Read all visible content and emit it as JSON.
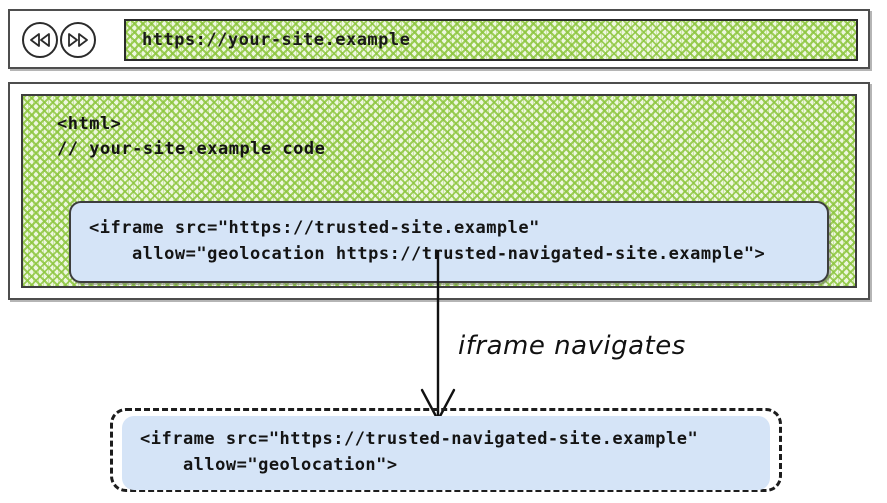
{
  "browser": {
    "back_button": "back",
    "forward_button": "forward",
    "url": "https://your-site.example"
  },
  "page": {
    "code_lines": [
      "<html>",
      "// your-site.example code"
    ],
    "embedded_iframe": {
      "line1": "<iframe src=\"https://trusted-site.example\"",
      "line2": "    allow=\"geolocation https://trusted-navigated-site.example\">"
    }
  },
  "annotation": {
    "label": "iframe navigates"
  },
  "result": {
    "iframe": {
      "line1": "<iframe src=\"https://trusted-navigated-site.example\"",
      "line2": "    allow=\"geolocation\">"
    }
  },
  "colors": {
    "hatch_green": "#8dc63f",
    "iframe_blue": "#d5e4f7",
    "ink": "#1a1a1a",
    "frame_border": "#4e4e4e"
  }
}
